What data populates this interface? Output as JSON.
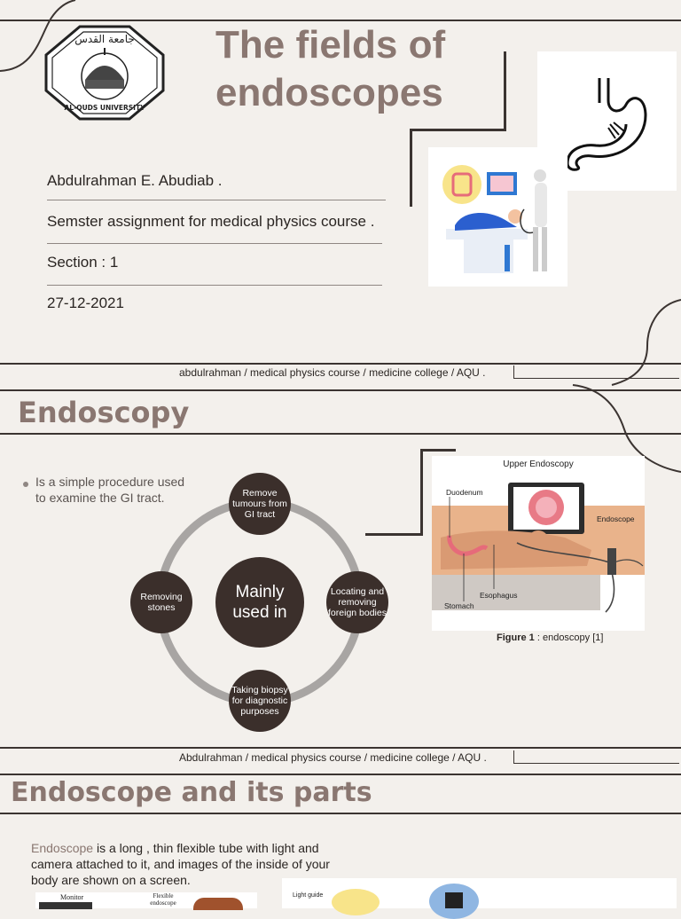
{
  "slide1": {
    "title": "The fields of endoscopes",
    "logo_text": "AL-QUDS UNIVERSITY",
    "author": "Abdulrahman E. Abudiab .",
    "assignment": "Semster assignment for medical physics course .",
    "section": "Section : 1",
    "date": "27-12-2021",
    "footer": "abdulrahman / medical physics course / medicine college / AQU ."
  },
  "slide2": {
    "title": "Endoscopy",
    "bullet": "Is a simple procedure used to examine the GI tract.",
    "center": "Mainly used in",
    "nodes": {
      "top": "Remove tumours from GI tract",
      "right": "Locating and removing foreign bodies",
      "bottom": "Taking biopsy for diagnostic purposes",
      "left": "Removing stones"
    },
    "figure": {
      "heading": "Upper Endoscopy",
      "labels": {
        "duodenum": "Duodenum",
        "endoscope": "Endoscope",
        "esophagus": "Esophagus",
        "stomach": "Stomach"
      },
      "caption_bold": "Figure 1",
      "caption_rest": " : endoscopy  [1]"
    },
    "footer": "Abdulrahman / medical physics course / medicine college / AQU ."
  },
  "slide3": {
    "title": "Endoscope and its parts",
    "term": "Endoscope",
    "body": " is a long , thin  flexible tube with light and camera attached to it, and images of the inside of your body are shown on a screen.",
    "fig_labels": {
      "monitor": "Monitor",
      "flexible": "Flexible endoscope",
      "light_guide": "Light guide"
    }
  },
  "colors": {
    "accent": "#8a7771",
    "dark": "#3b2f2b",
    "ring": "#a8a5a3",
    "background": "#f3f0ec"
  }
}
